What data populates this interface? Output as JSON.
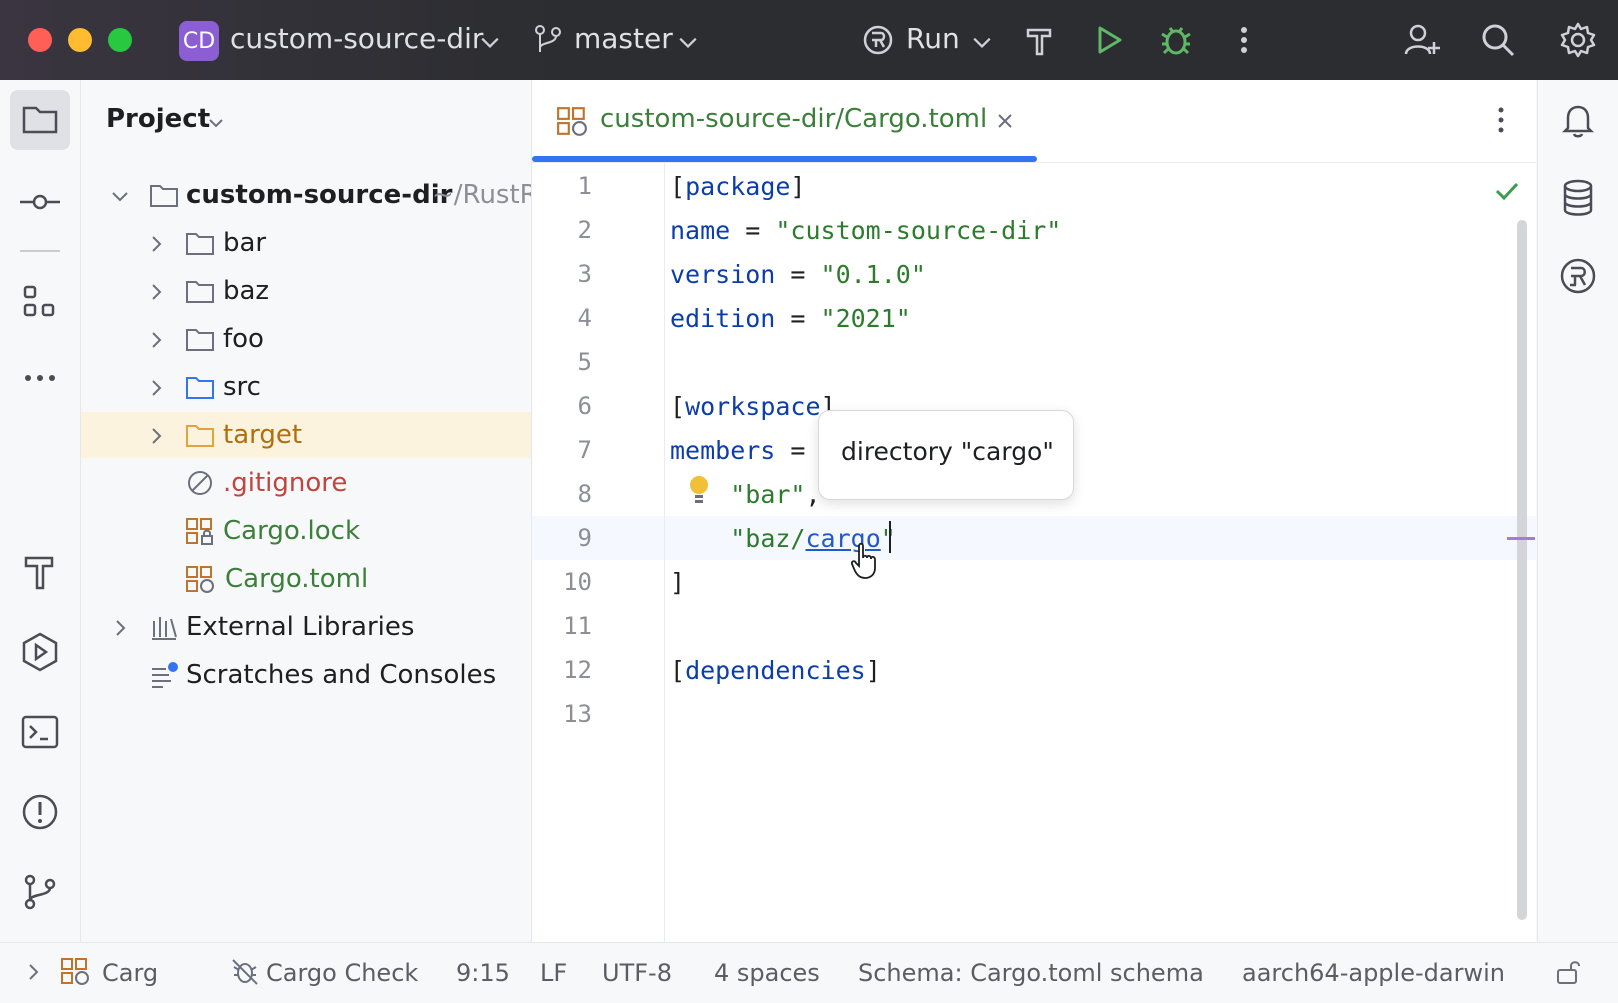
{
  "window": {
    "project_badge": "CD",
    "project_name": "custom-source-dir",
    "branch": "master",
    "run_label": "Run"
  },
  "project_panel": {
    "title": "Project",
    "root": {
      "name": "custom-source-dir",
      "path": "~/RustR"
    },
    "items": [
      {
        "label": "bar"
      },
      {
        "label": "baz"
      },
      {
        "label": "foo"
      },
      {
        "label": "src"
      },
      {
        "label": "target"
      },
      {
        "label": ".gitignore"
      },
      {
        "label": "Cargo.lock"
      },
      {
        "label": "Cargo.toml"
      }
    ],
    "external_libraries": "External Libraries",
    "scratches": "Scratches and Consoles"
  },
  "editor": {
    "tab_title": "custom-source-dir/Cargo.toml",
    "line_numbers": [
      "1",
      "2",
      "3",
      "4",
      "5",
      "6",
      "7",
      "8",
      "9",
      "10",
      "11",
      "12",
      "13"
    ],
    "tooltip": "directory \"cargo\""
  },
  "status_bar": {
    "breadcrumb": "Carg",
    "cargo_check": "Cargo Check",
    "position": "9:15",
    "line_ending": "LF",
    "encoding": "UTF-8",
    "indent": "4 spaces",
    "schema": "Schema: Cargo.toml schema",
    "target": "aarch64-apple-darwin"
  }
}
